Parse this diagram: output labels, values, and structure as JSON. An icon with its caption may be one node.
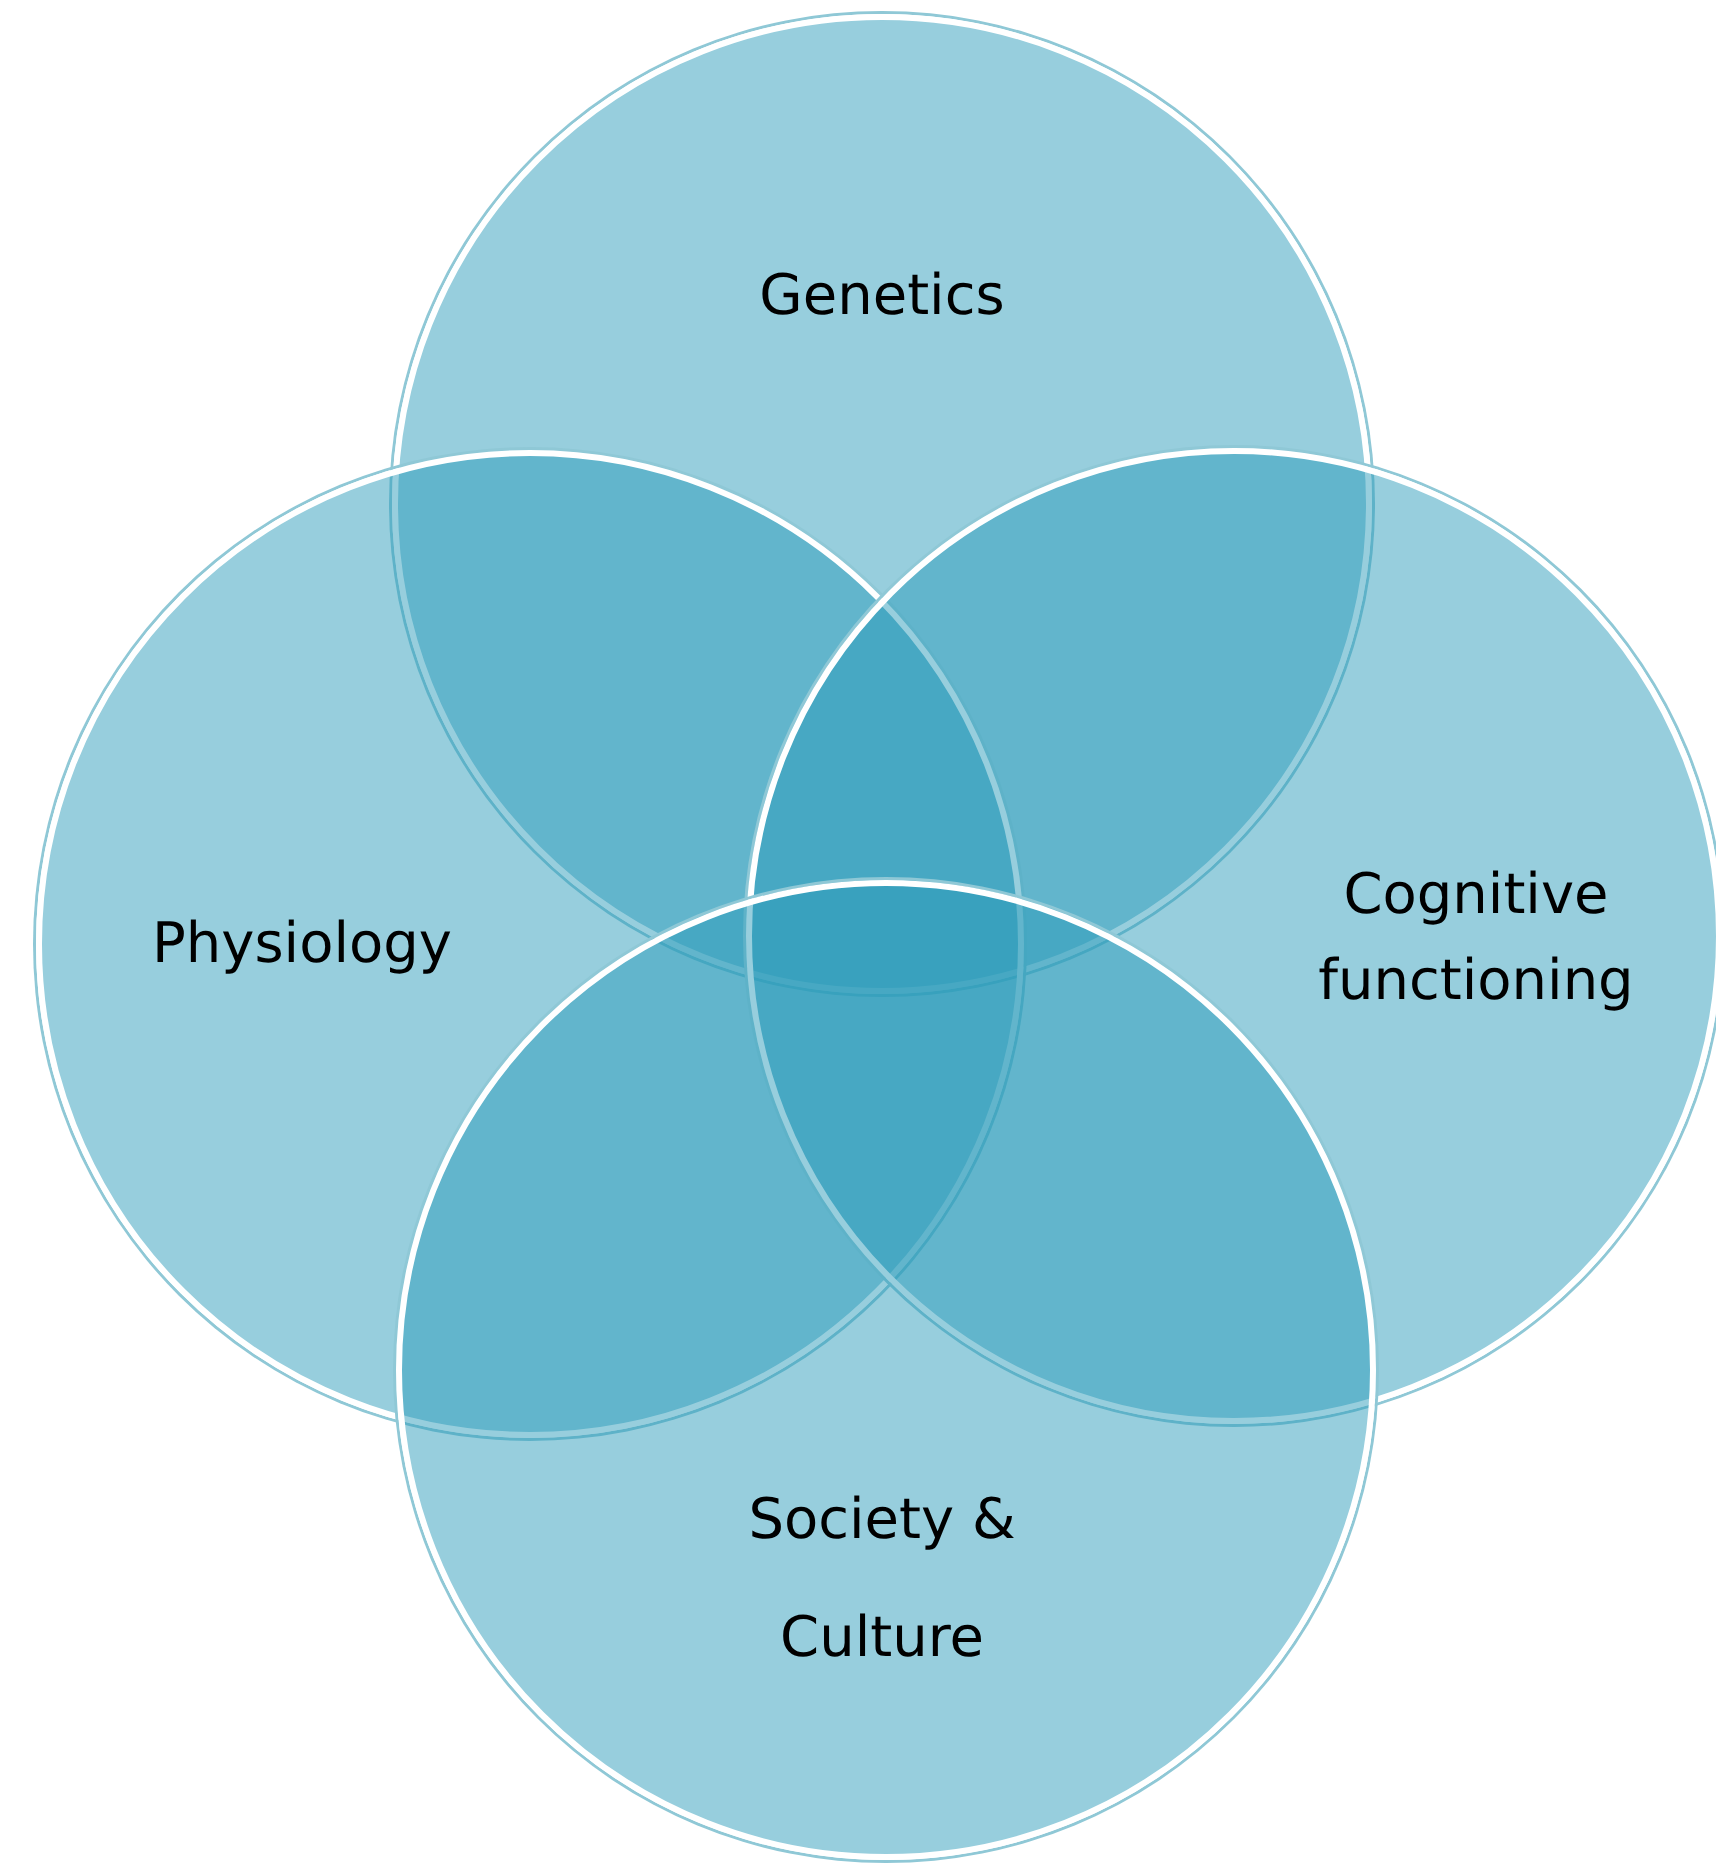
{
  "diagram": {
    "nodes": [
      {
        "text": [
          "Genetics"
        ]
      },
      {
        "text": [
          "Physiology"
        ]
      },
      {
        "text": [
          "Cognitive functioning"
        ]
      },
      {
        "text": [
          "Society & Culture"
        ]
      }
    ]
  }
}
